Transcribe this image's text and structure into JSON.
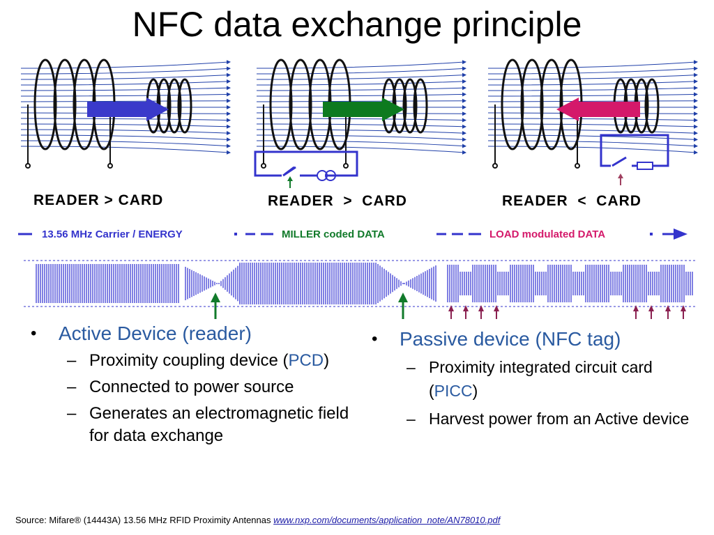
{
  "title": "NFC data exchange principle",
  "panels": [
    {
      "label": "READER > CARD",
      "color": "#3333cc",
      "arrow_color": "#3a3aca",
      "arrow_direction": "right"
    },
    {
      "label": "READER  >  CARD",
      "color": "#117a2a",
      "arrow_color": "#0d7a1f",
      "arrow_direction": "right"
    },
    {
      "label": "READER  <  CARD",
      "color": "#d4196a",
      "arrow_color": "#d4196a",
      "arrow_direction": "left"
    }
  ],
  "legend": {
    "carrier": "13.56 MHz Carrier / ENERGY",
    "miller": "MILLER coded DATA",
    "load": "LOAD modulated DATA",
    "blue": "#3333cc",
    "green": "#117a2a",
    "pink": "#d4196a"
  },
  "left": {
    "heading": "Active Device (reader)",
    "items": [
      {
        "pre": "Proximity coupling device (",
        "highlight": "PCD",
        "post": ")"
      },
      {
        "text": "Connected to power source"
      },
      {
        "text": "Generates an electromagnetic field for data exchange"
      }
    ]
  },
  "right": {
    "heading": "Passive device (NFC tag)",
    "items": [
      {
        "pre": "Proximity integrated circuit card (",
        "highlight": "PICC",
        "post": ")"
      },
      {
        "text": "Harvest power from an Active device"
      }
    ]
  },
  "source": {
    "text": "Source: Mifare® (14443A) 13.56 MHz RFID Proximity Antennas ",
    "link": "www.nxp.com/documents/application_note/AN78010.pdf"
  },
  "icons": [
    "coil-icon",
    "switch-icon",
    "arrow-right-icon",
    "arrow-left-icon",
    "arrow-up-icon"
  ]
}
